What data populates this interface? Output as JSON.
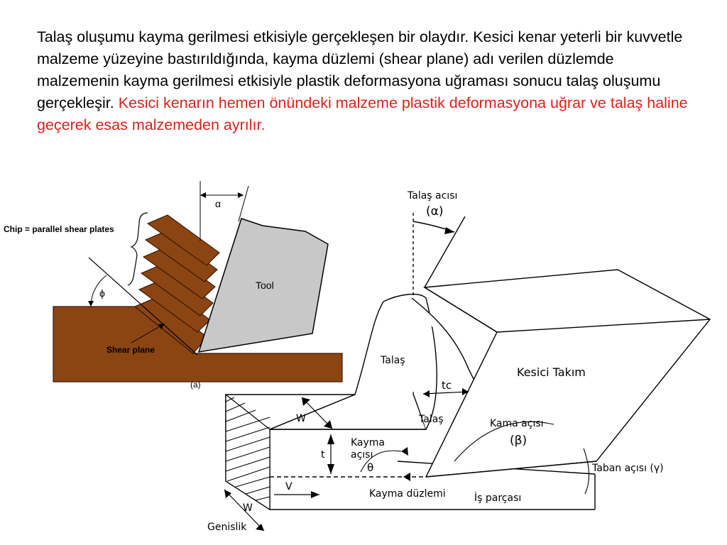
{
  "slide": {
    "paragraph_black": "Talaş oluşumu kayma gerilmesi etkisiyle gerçekleşen bir olaydır. Kesici kenar yeterli bir kuvvetle malzeme yüzeyine bastırıldığında, kayma düzlemi (shear plane) adı verilen düzlemde malzemenin kayma gerilmesi etkisiyle plastik deformasyona uğraması sonucu talaş oluşumu gerçekleşir.",
    "paragraph_red": "Kesici kenarın hemen önündeki malzeme plastik deformasyona uğrar ve talaş haline geçerek esas malzemeden ayrılır.",
    "highlight_color": "#e0201b"
  },
  "figure_a": {
    "chip_label": "Chip = parallel shear plates",
    "alpha": "α",
    "phi": "ϕ",
    "tool_label": "Tool",
    "shear_plane_label": "Shear plane",
    "caption": "(a)",
    "colors": {
      "workpiece": "#8b4513",
      "tool": "#c8c8c8"
    }
  },
  "figure_b": {
    "talas_acisi": "Talaş acısı",
    "alpha_sym": "(α)",
    "talas_top": "Talaş",
    "kesici_takim": "Kesici Takım",
    "tc": "tc",
    "talas_mid": "Talaş",
    "kama_acisi": "Kama açısı",
    "beta_sym": "(β)",
    "w_top": "W",
    "kayma": "Kayma",
    "acisi": "açısı",
    "theta": "θ",
    "t_label": "t",
    "v_label": "V",
    "kayma_duzlemi": "Kayma düzlemi",
    "is_parcasi": "İş parçası",
    "taban_acisi": "Taban açısı (γ)",
    "w_bottom": "W",
    "genislik": "Genislik"
  }
}
